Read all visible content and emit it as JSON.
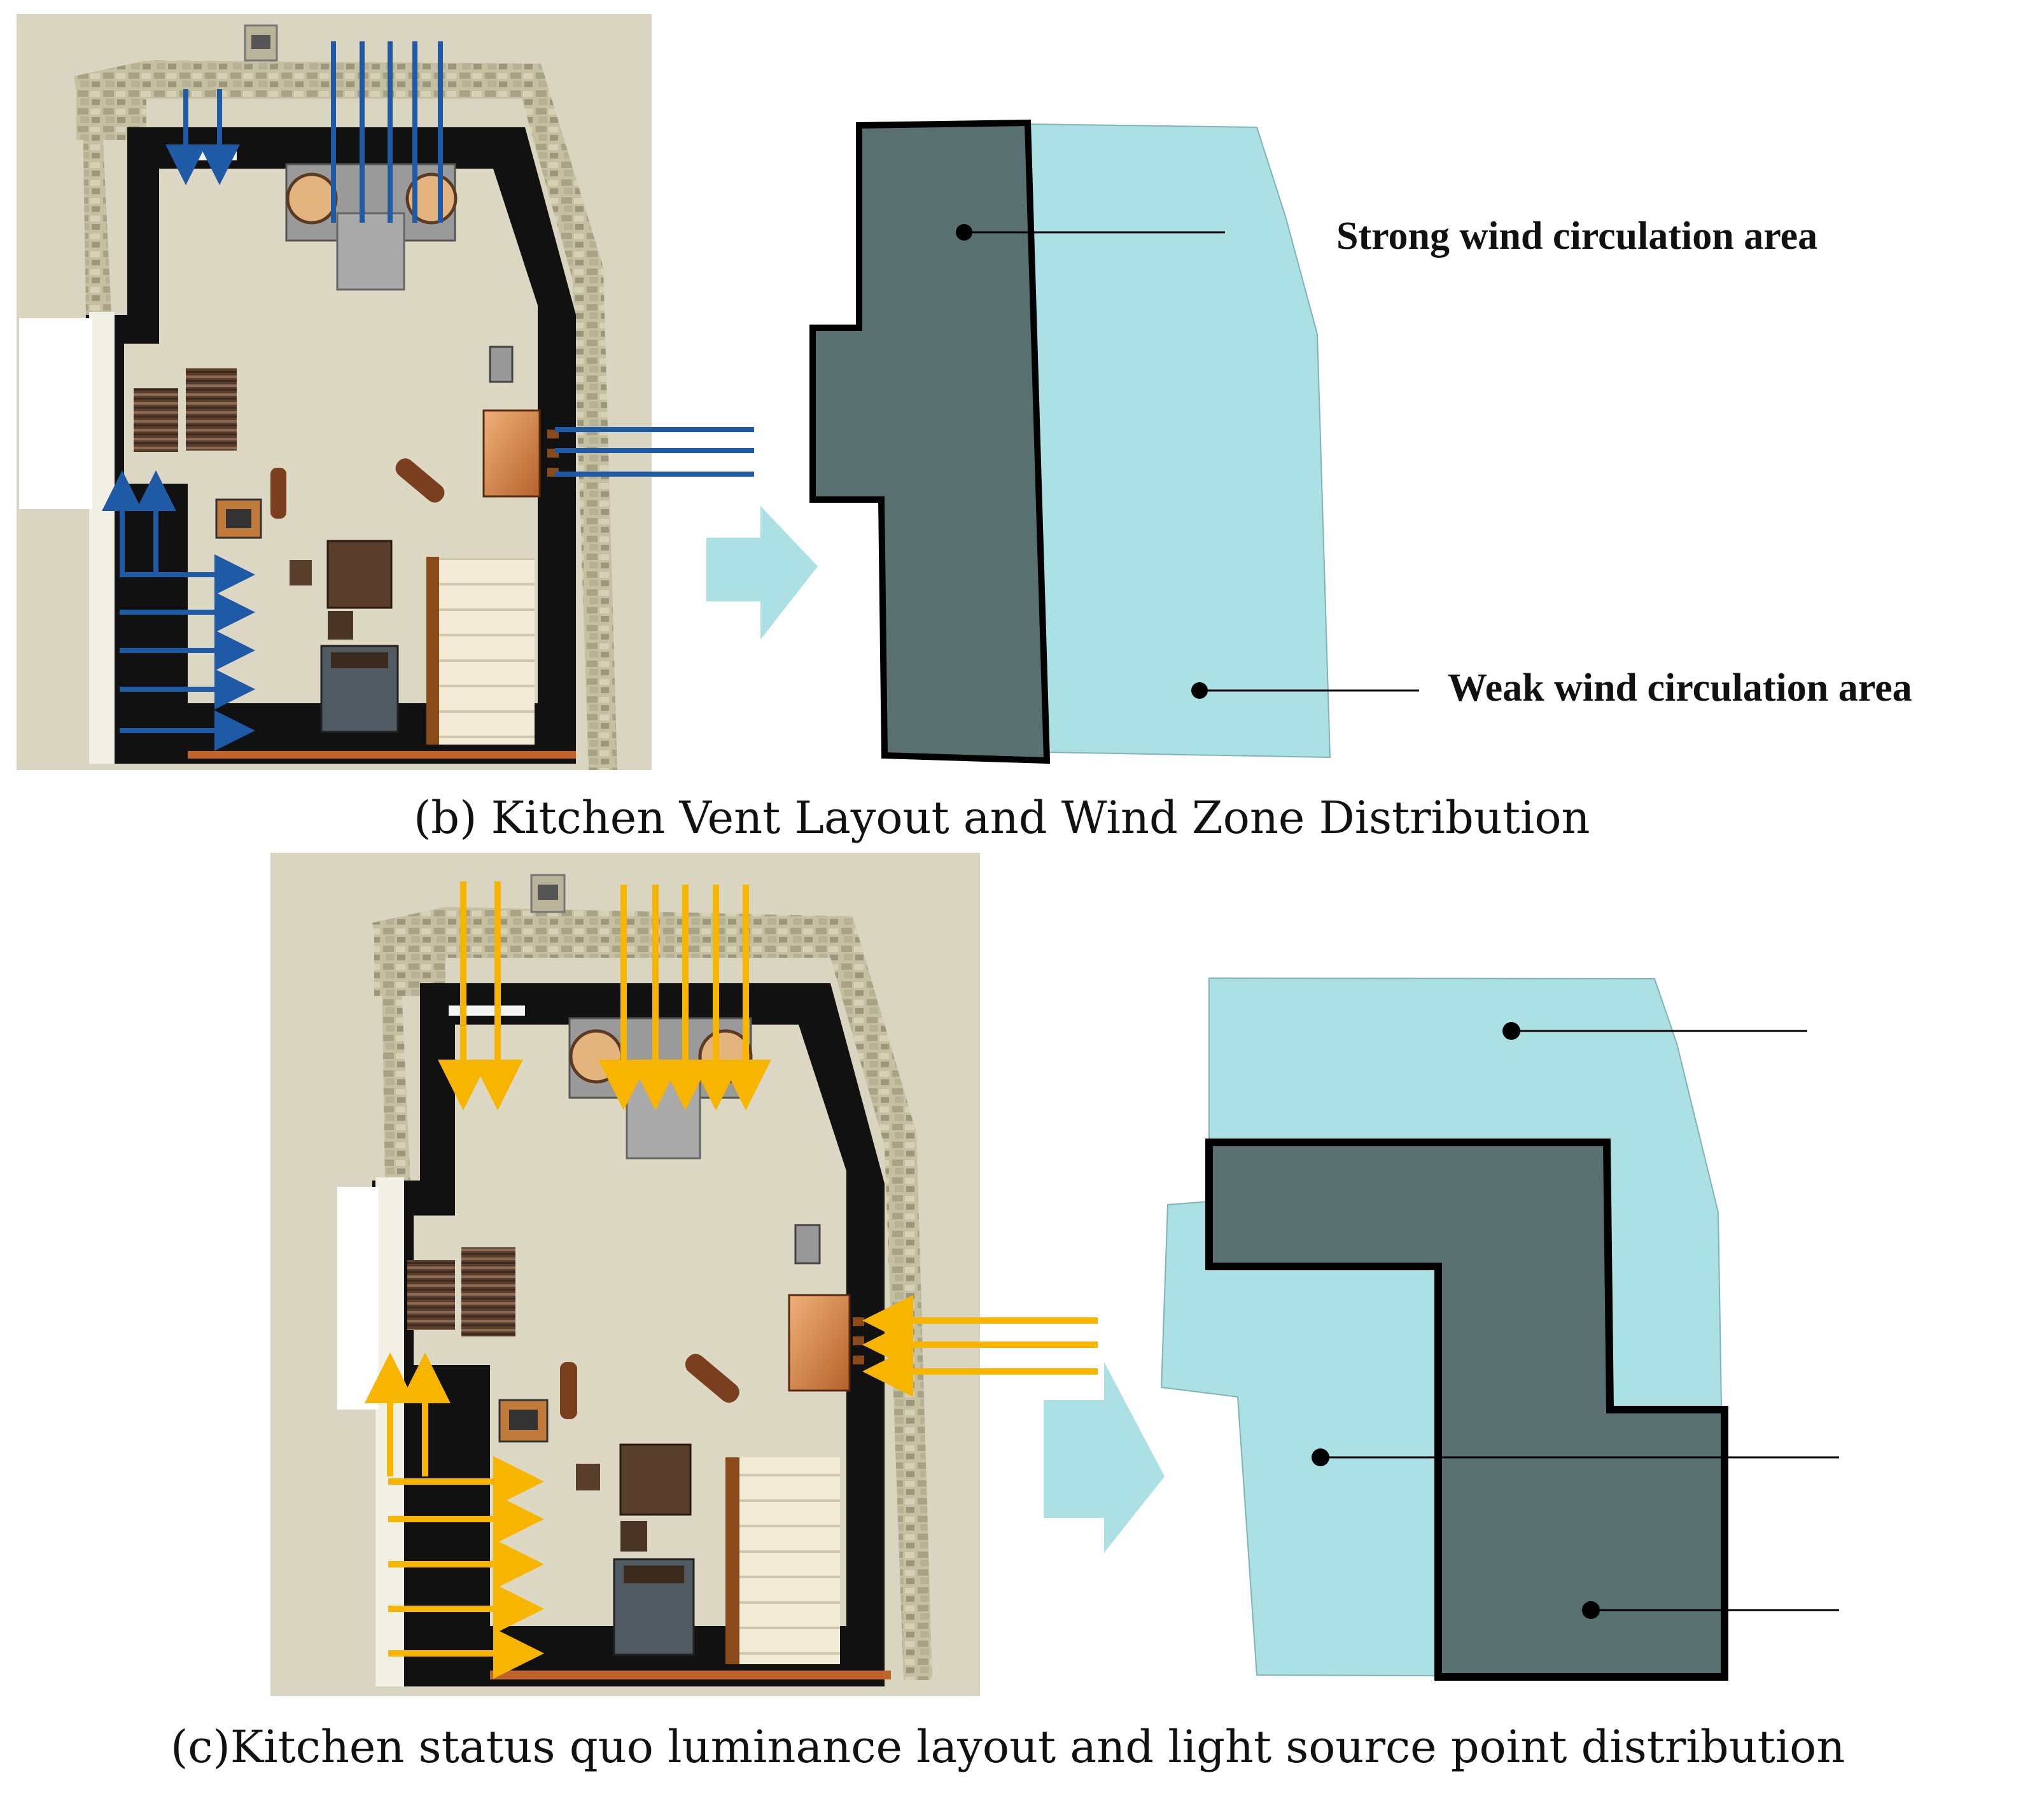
{
  "panel_b": {
    "caption": "(b) Kitchen Vent Layout and Wind Zone Distribution",
    "strong_label": "Strong wind circulation area",
    "weak_label": "Weak wind circulation area",
    "arrow_color": "#1f5aa6"
  },
  "panel_c": {
    "caption": "(c)Kitchen status quo luminance layout and light source point distribution",
    "arrow_color": "#f7b500"
  },
  "colors": {
    "dark_zone": "#587070",
    "light_zone": "#abe0e4",
    "floor": "#ddd8c3",
    "wall": "#111111",
    "stone": "#c3bd9f",
    "background": "#d9d5c0"
  }
}
